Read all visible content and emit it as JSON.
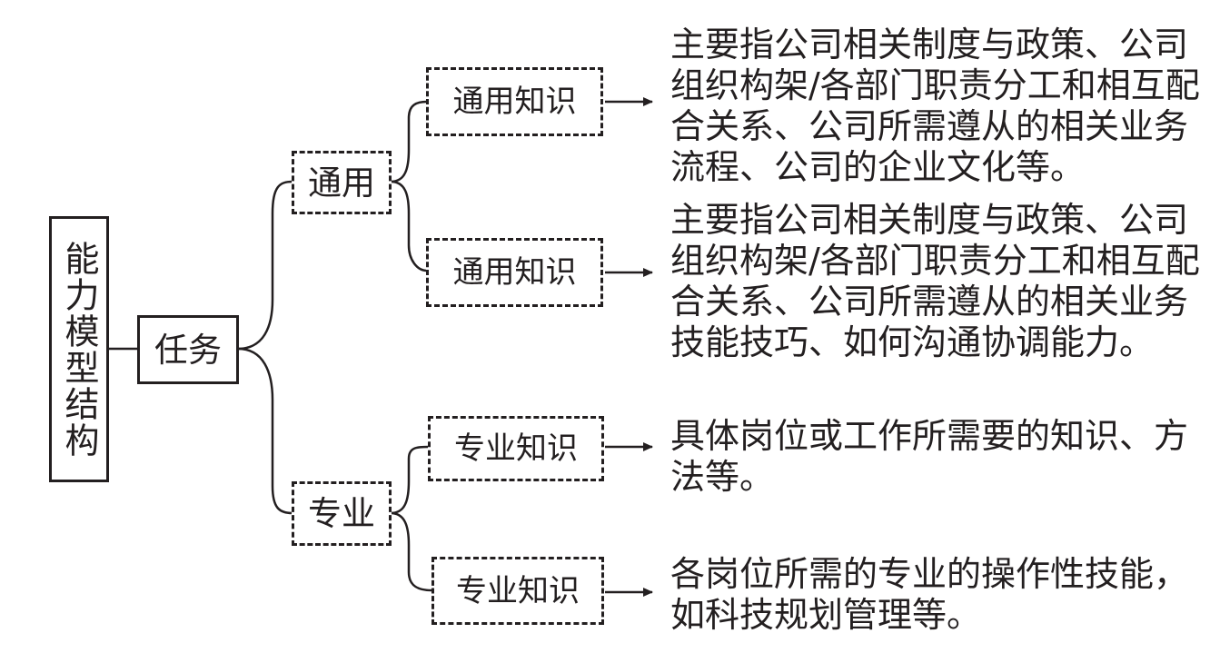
{
  "diagram": {
    "root_label": "能力模型结构",
    "task_label": "任务",
    "branches": [
      {
        "label": "通用",
        "children": [
          {
            "label": "通用知识",
            "description": "主要指公司相关制度与政策、公司\n组织构架/各部门职责分工和相互配\n合关系、公司所需遵从的相关业务\n流程、公司的企业文化等。"
          },
          {
            "label": "通用知识",
            "description": "主要指公司相关制度与政策、公司\n组织构架/各部门职责分工和相互配\n合关系、公司所需遵从的相关业务\n技能技巧、如何沟通协调能力。"
          }
        ]
      },
      {
        "label": "专业",
        "children": [
          {
            "label": "专业知识",
            "description": "具体岗位或工作所需要的知识、方\n法等。"
          },
          {
            "label": "专业知识",
            "description": "各岗位所需的专业的操作性技能，\n如科技规划管理等。"
          }
        ]
      }
    ]
  }
}
